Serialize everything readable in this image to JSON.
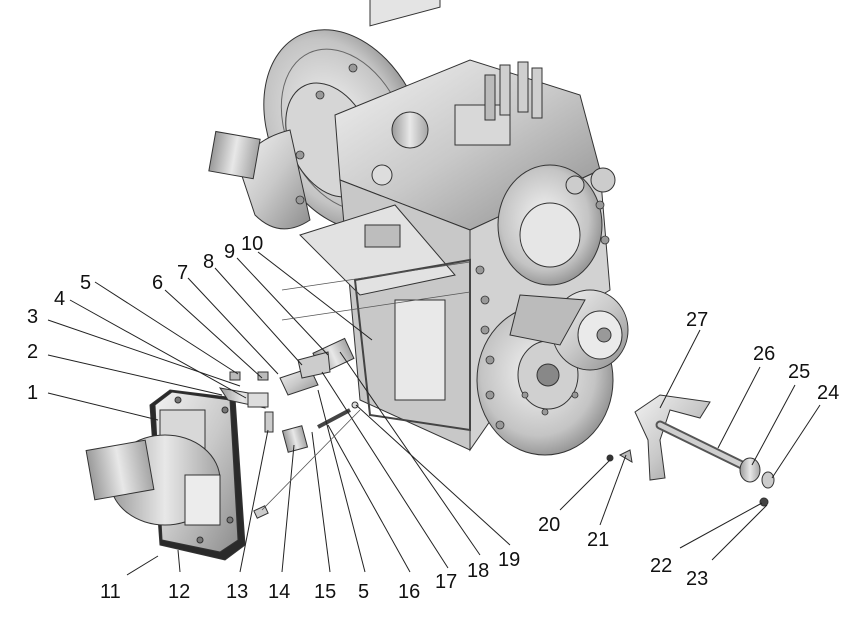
{
  "callouts": [
    {
      "id": "c1",
      "text": "1"
    },
    {
      "id": "c2",
      "text": "2"
    },
    {
      "id": "c3",
      "text": "3"
    },
    {
      "id": "c4",
      "text": "4"
    },
    {
      "id": "c5a",
      "text": "5"
    },
    {
      "id": "c6",
      "text": "6"
    },
    {
      "id": "c7",
      "text": "7"
    },
    {
      "id": "c8",
      "text": "8"
    },
    {
      "id": "c9",
      "text": "9"
    },
    {
      "id": "c10",
      "text": "10"
    },
    {
      "id": "c11",
      "text": "11"
    },
    {
      "id": "c12",
      "text": "12"
    },
    {
      "id": "c13",
      "text": "13"
    },
    {
      "id": "c14",
      "text": "14"
    },
    {
      "id": "c15",
      "text": "15"
    },
    {
      "id": "c5b",
      "text": "5"
    },
    {
      "id": "c16",
      "text": "16"
    },
    {
      "id": "c17",
      "text": "17"
    },
    {
      "id": "c18",
      "text": "18"
    },
    {
      "id": "c19",
      "text": "19"
    },
    {
      "id": "c20",
      "text": "20"
    },
    {
      "id": "c21",
      "text": "21"
    },
    {
      "id": "c22",
      "text": "22"
    },
    {
      "id": "c23",
      "text": "23"
    },
    {
      "id": "c24",
      "text": "24"
    },
    {
      "id": "c25",
      "text": "25"
    },
    {
      "id": "c26",
      "text": "26"
    },
    {
      "id": "c27",
      "text": "27"
    }
  ]
}
